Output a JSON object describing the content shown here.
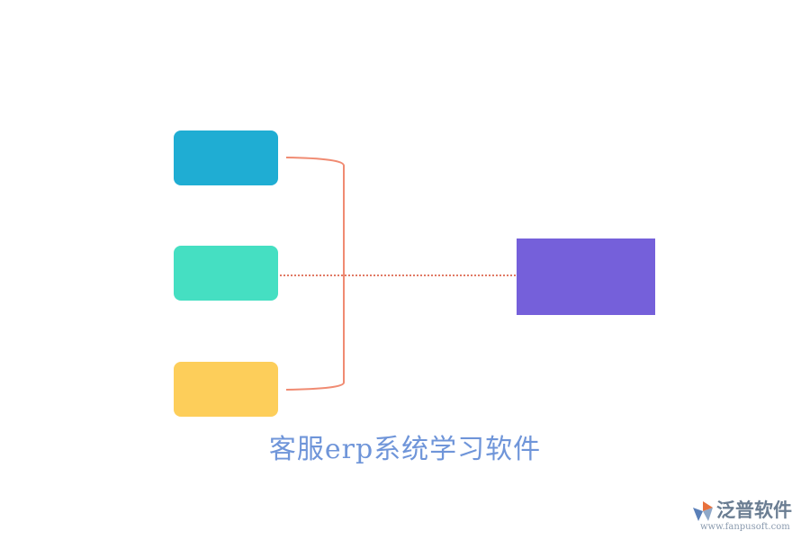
{
  "nodes": {
    "top": {
      "color": "#1fadd3"
    },
    "middle": {
      "color": "#45dfc2"
    },
    "bottom": {
      "color": "#fdce5a"
    },
    "target": {
      "color": "#7560da"
    }
  },
  "connector_colors": {
    "bracket": "#f08b72",
    "dashed": "#e07a65"
  },
  "caption": "客服erp系统学习软件",
  "watermark": {
    "brand": "泛普软件",
    "url": "www.fanpusoft.com",
    "logo_icon": "fanpu-logo-icon"
  }
}
